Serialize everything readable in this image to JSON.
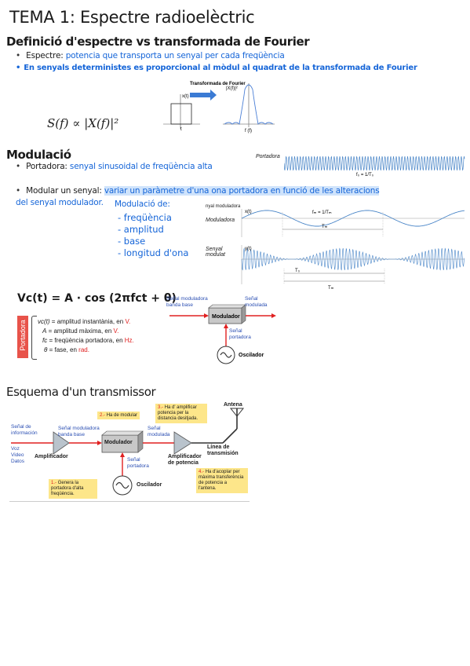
{
  "title": "TEMA 1: Espectre radioelèctric",
  "section1": {
    "heading": "Definició d'espectre vs transformada de Fourier",
    "bullet1_label": "Espectre:",
    "bullet1_text": "potencia que transporta un senyal per cada freqüència",
    "bullet2_text": "En senyals deterministes es proporcional al mòdul al quadrat de la transformada de Fourier",
    "formula": "S(f) ∝ |X(f)|²",
    "fig": {
      "arrow_label": "Transformada de Fourier",
      "time_axis": "x(t)",
      "t_label": "t",
      "spec_axis": "|X(f)|²",
      "f_label": "f (f)"
    }
  },
  "section2": {
    "heading": "Modulació",
    "bullet1_label": "Portadora:",
    "bullet1_text": "senyal sinusoidal de freqüència alta",
    "carrier_label": "Portadora",
    "carrier_annot": "f₀ = 1/T₀",
    "bullet2_label": "Modular un senyal:",
    "bullet2_text": "variar un paràmetre d'una ona portadora en funció de les alteracions",
    "bullet2_cont": "del senyal modulador.",
    "modulacio_de": "Modulació de:",
    "mod_list": [
      "- freqüència",
      "- amplitud",
      "- base",
      "- longitud d'ona"
    ],
    "wave_labels": {
      "moduladora": "Moduladora",
      "senyal_modulat": "Senyal modulat",
      "fm_annot": "fₘ = 1/Tₘ",
      "tm": "Tₘ",
      "t0": "T₀",
      "xt": "x(t)",
      "yt": "y(t)",
      "top_cut": "nyal moduladora"
    }
  },
  "section3": {
    "formula": "Vc(t) = A · cos (2πfct + θ)",
    "portadora_tag": "Portadora",
    "defs": [
      {
        "sym": "vc(t)",
        "text": "= amplitud instantània, en",
        "unit": "V."
      },
      {
        "sym": "A",
        "text": "= amplitud màxima, en",
        "unit": "V."
      },
      {
        "sym": "fc",
        "text": "= freqüència portadora, en",
        "unit": "Hz."
      },
      {
        "sym": "θ",
        "text": "= fase, en",
        "unit": "rad."
      }
    ],
    "diagram": {
      "input": "Señal moduladora banda base",
      "output": "Señal modulada",
      "block": "Modulador",
      "carrier": "Señal portadora",
      "osc": "Oscilador"
    }
  },
  "section4": {
    "heading": "Esquema d'un transmissor",
    "antenna": "Antena",
    "info": "Señal de información",
    "sources": [
      "Voz",
      "Video",
      "Datos"
    ],
    "amplifier": "Amplificador",
    "banda_base": "Señal moduladora banda base",
    "modulador": "Modulador",
    "modulada": "Señal modulada",
    "portadora": "Señal portadora",
    "oscilador": "Oscilador",
    "amp_potencia": "Amplificador de potencia",
    "linea": "Línea de transmisión",
    "notes": [
      {
        "num": "1.-",
        "text": "Genera la portadora d'alta freqüència."
      },
      {
        "num": "2.-",
        "text": "Ha de modular"
      },
      {
        "num": "3.-",
        "text": "Ha d' amplificar potencia per la distancia desitjada."
      },
      {
        "num": "4.-",
        "text": "Ha d'acoplar per màxima transferència de potencia a l'antena."
      }
    ]
  },
  "colors": {
    "blue_ink": "#1565d8",
    "highlight": "#cfe3fb",
    "red_arrow": "#e02020",
    "note_yellow": "#fde68a",
    "tag_red": "#e8534a"
  }
}
